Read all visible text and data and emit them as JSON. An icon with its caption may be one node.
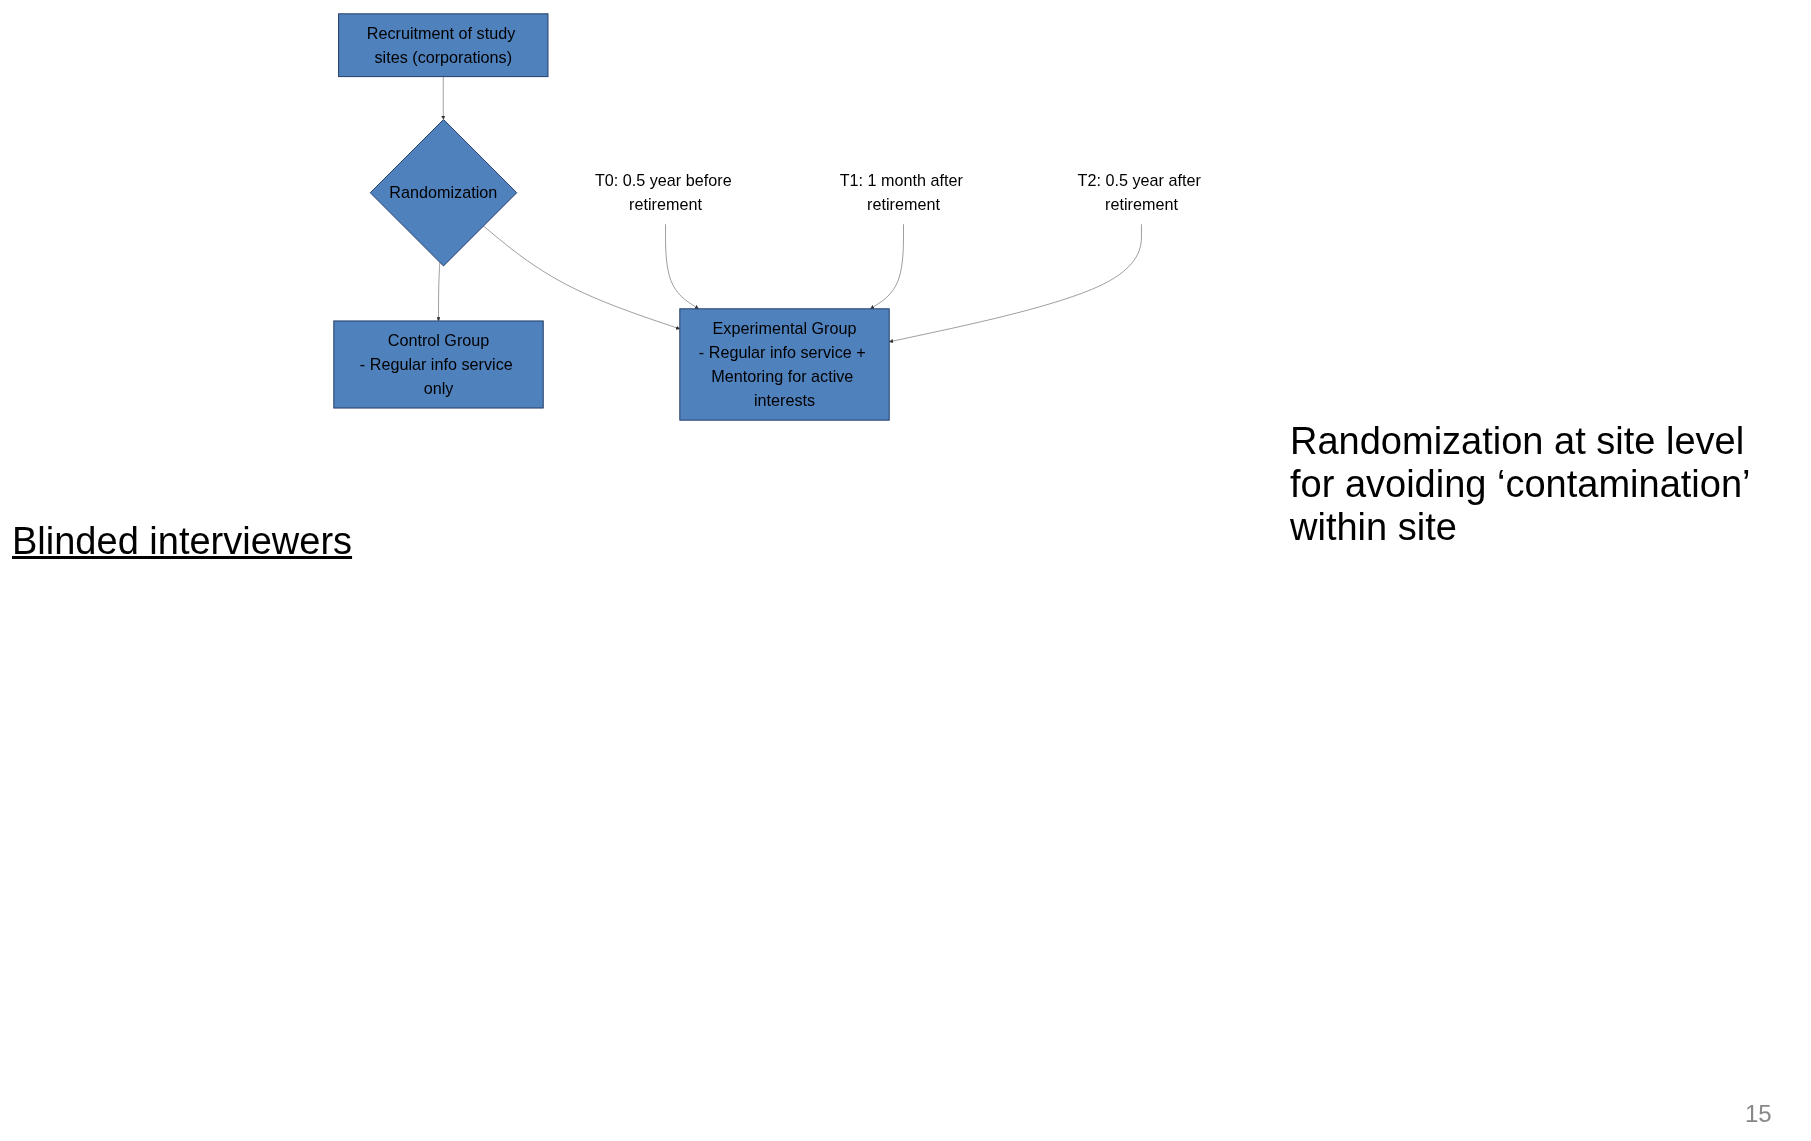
{
  "diagram": {
    "nodes": [
      {
        "text": [
          "Recruitment of study sites (corporations)"
        ]
      },
      {
        "text": [
          "Randomization"
        ]
      },
      {
        "text": [
          "Experimental Group",
          "- Regular info service + Mentoring for active interests"
        ]
      },
      {
        "text": [
          "Control Group",
          "- Regular info service only"
        ]
      },
      {
        "text": [
          "T0: 0.5 year before retirement"
        ]
      },
      {
        "text": [
          "T1: 1 month after retirement"
        ]
      },
      {
        "text": [
          "T2: 0.5 year after retirement"
        ]
      }
    ],
    "edges": [
      {
        "from": 0,
        "to": 1,
        "arrow": "to"
      },
      {
        "from": 1,
        "to": 2,
        "arrow": "to"
      },
      {
        "from": 1,
        "to": 3,
        "arrow": "to"
      },
      {
        "from": 4,
        "to": 2,
        "arrow": "to"
      },
      {
        "from": 5,
        "to": 2,
        "arrow": "to"
      },
      {
        "from": 6,
        "to": 2,
        "arrow": "to"
      }
    ],
    "labels": [
      "Randomization at site level for avoiding ‘contamination’ within site",
      "Blinded interviewers",
      "15"
    ]
  }
}
